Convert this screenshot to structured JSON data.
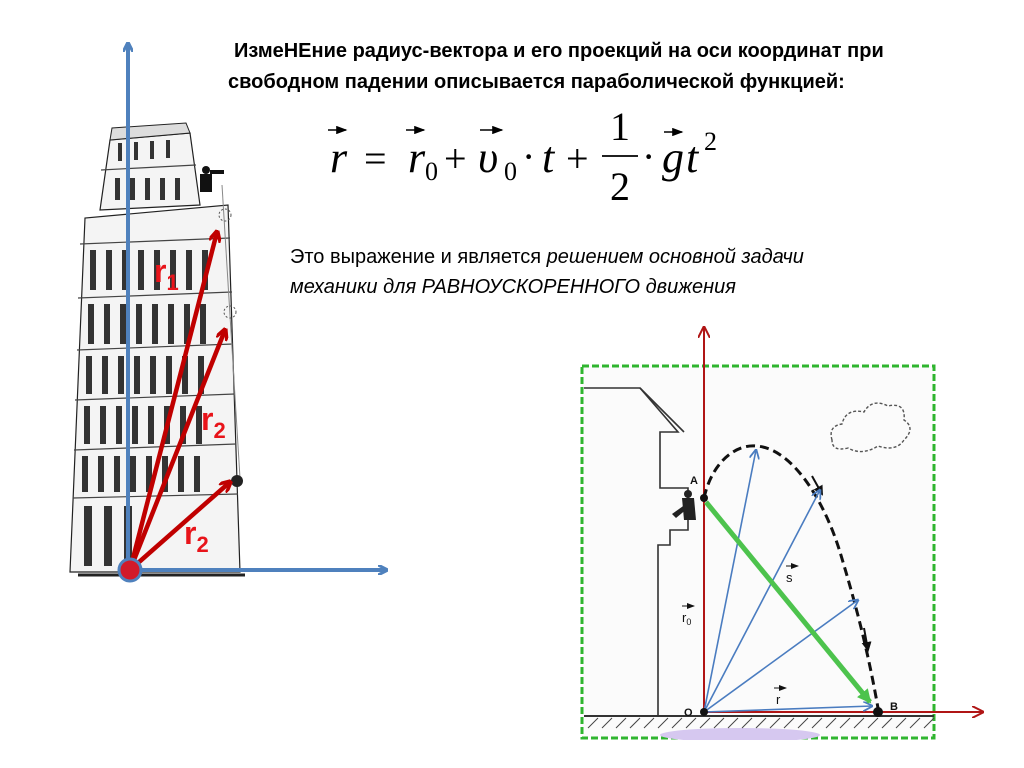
{
  "heading": {
    "line1": "ИзмеНЕние радиус-вектора и его проекций на оси координат при",
    "line2": "свободном падении описывается параболической функцией:"
  },
  "formula": {
    "r": "r",
    "equals": "=",
    "r0": "r",
    "sub0": "0",
    "plus1": "+",
    "v": "υ",
    "v_sub": "0",
    "dot1": "·",
    "t": "t",
    "plus2": "+",
    "frac_num": "1",
    "frac_den": "2",
    "dot2": "·",
    "g": "g",
    "t2": "t",
    "exp": "2"
  },
  "solution": {
    "prefix": "Это выражение и является ",
    "italic_line1": "решением основной задачи",
    "italic_line2": "механики для РАВНОУСКОРЕННОГО движения"
  },
  "tower_labels": {
    "r1_main": "r",
    "r1_sub": "1",
    "r2a_main": "r",
    "r2a_sub": "2",
    "r2b_main": "r",
    "r2b_sub": "2"
  },
  "trajectory_labels": {
    "A": "A",
    "O": "O",
    "B": "B",
    "s": "s",
    "r0_main": "r",
    "r0_sub": "0",
    "r": "r"
  },
  "colors": {
    "axis_blue": "#4f81bd",
    "vector_red": "#c00000",
    "axis_dark_red": "#b01515",
    "label_red": "#e8141a",
    "origin_red": "#d11a2a",
    "green_frame": "#2fb52f",
    "displacement_green": "#4dc34d",
    "radius_blue": "#4a7cc0"
  }
}
